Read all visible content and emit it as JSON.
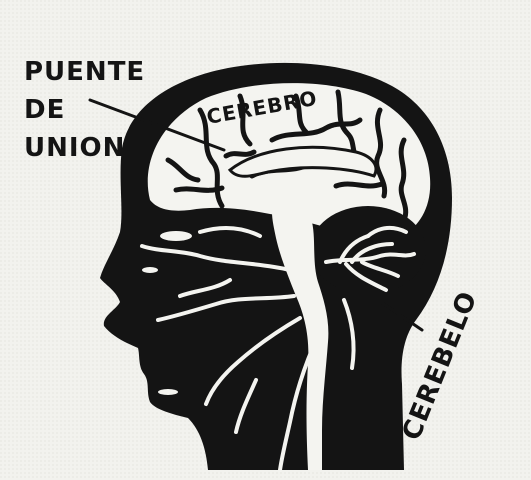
{
  "labels": {
    "pons": [
      "PUENTE",
      "DE",
      "UNION"
    ],
    "brain": "CEREBRO",
    "cerebellum": "CEREBELO"
  },
  "colors": {
    "background": "#f2f2ee",
    "ink": "#141414",
    "highlight": "#f4f4f0"
  }
}
